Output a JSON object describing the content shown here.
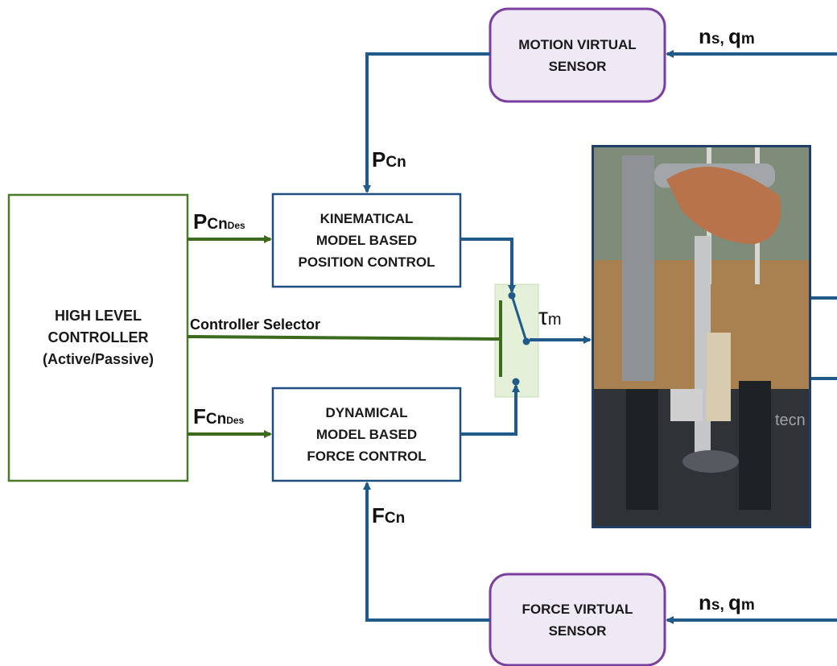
{
  "blocks": {
    "high_level": [
      "HIGH LEVEL",
      "CONTROLLER",
      "(Active/Passive)"
    ],
    "kinematical": [
      "KINEMATICAL",
      "MODEL BASED",
      "POSITION CONTROL"
    ],
    "dynamical": [
      "DYNAMICAL",
      "MODEL BASED",
      "FORCE CONTROL"
    ],
    "motion_sensor": [
      "MOTION VIRTUAL",
      "SENSOR"
    ],
    "force_sensor": [
      "FORCE VIRTUAL",
      "SENSOR"
    ]
  },
  "labels": {
    "pcn_des": {
      "main": "P",
      "sub": "Cn",
      "tiny": "Des"
    },
    "fcn_des": {
      "main": "F",
      "sub": "Cn",
      "tiny": "Des"
    },
    "pcn": {
      "main": "P",
      "sub": "Cn"
    },
    "fcn": {
      "main": "F",
      "sub": "Cn"
    },
    "controller_selector": "Controller Selector",
    "tau": {
      "main": "τ",
      "sub": "m"
    },
    "ns_qm_top": {
      "n": "n",
      "s": "s, ",
      "q": "q",
      "m": "m"
    },
    "ns_qm_bottom": {
      "n": "n",
      "s": "s, ",
      "q": "q",
      "m": "m"
    },
    "photo_text": "tecn"
  },
  "colors": {
    "signal_blue": "#1f5a8a",
    "green": "#3d6b1e",
    "sensor_border": "#7a3fa0",
    "sensor_fill": "#efe9f5",
    "control_border": "#1f4f80",
    "switch_fill": "#e4f0d8"
  }
}
